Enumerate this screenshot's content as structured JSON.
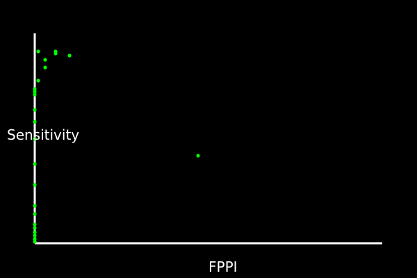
{
  "chart_data": {
    "type": "scatter",
    "xlabel": "FPPI",
    "ylabel": "Sensitivity",
    "xlim": [
      0,
      1
    ],
    "ylim": [
      0,
      1
    ],
    "grid": false,
    "legend": "none",
    "colors": {
      "background": "#000000",
      "axis": "#ffffff",
      "marker": "#00ff00",
      "text": "#ffffff"
    },
    "series": [
      {
        "points": [
          {
            "x": 0.01,
            "y": 0.92
          },
          {
            "x": 0.06,
            "y": 0.92
          },
          {
            "x": 0.06,
            "y": 0.91
          },
          {
            "x": 0.1,
            "y": 0.9
          },
          {
            "x": 0.03,
            "y": 0.88
          },
          {
            "x": 0.03,
            "y": 0.843
          },
          {
            "x": 0.01,
            "y": 0.78
          },
          {
            "x": 0.0,
            "y": 0.74
          },
          {
            "x": 0.0,
            "y": 0.727
          },
          {
            "x": 0.0,
            "y": 0.713
          },
          {
            "x": 0.0,
            "y": 0.64
          },
          {
            "x": 0.0,
            "y": 0.583
          },
          {
            "x": 0.0,
            "y": 0.5
          },
          {
            "x": 0.0,
            "y": 0.38
          },
          {
            "x": 0.0,
            "y": 0.28
          },
          {
            "x": 0.0,
            "y": 0.18
          },
          {
            "x": 0.0,
            "y": 0.14
          },
          {
            "x": 0.0,
            "y": 0.09
          },
          {
            "x": 0.0,
            "y": 0.073
          },
          {
            "x": 0.0,
            "y": 0.053
          },
          {
            "x": 0.0,
            "y": 0.037
          },
          {
            "x": 0.0,
            "y": 0.02
          },
          {
            "x": 0.0,
            "y": 0.007
          },
          {
            "x": 0.47,
            "y": 0.42
          }
        ]
      }
    ]
  }
}
